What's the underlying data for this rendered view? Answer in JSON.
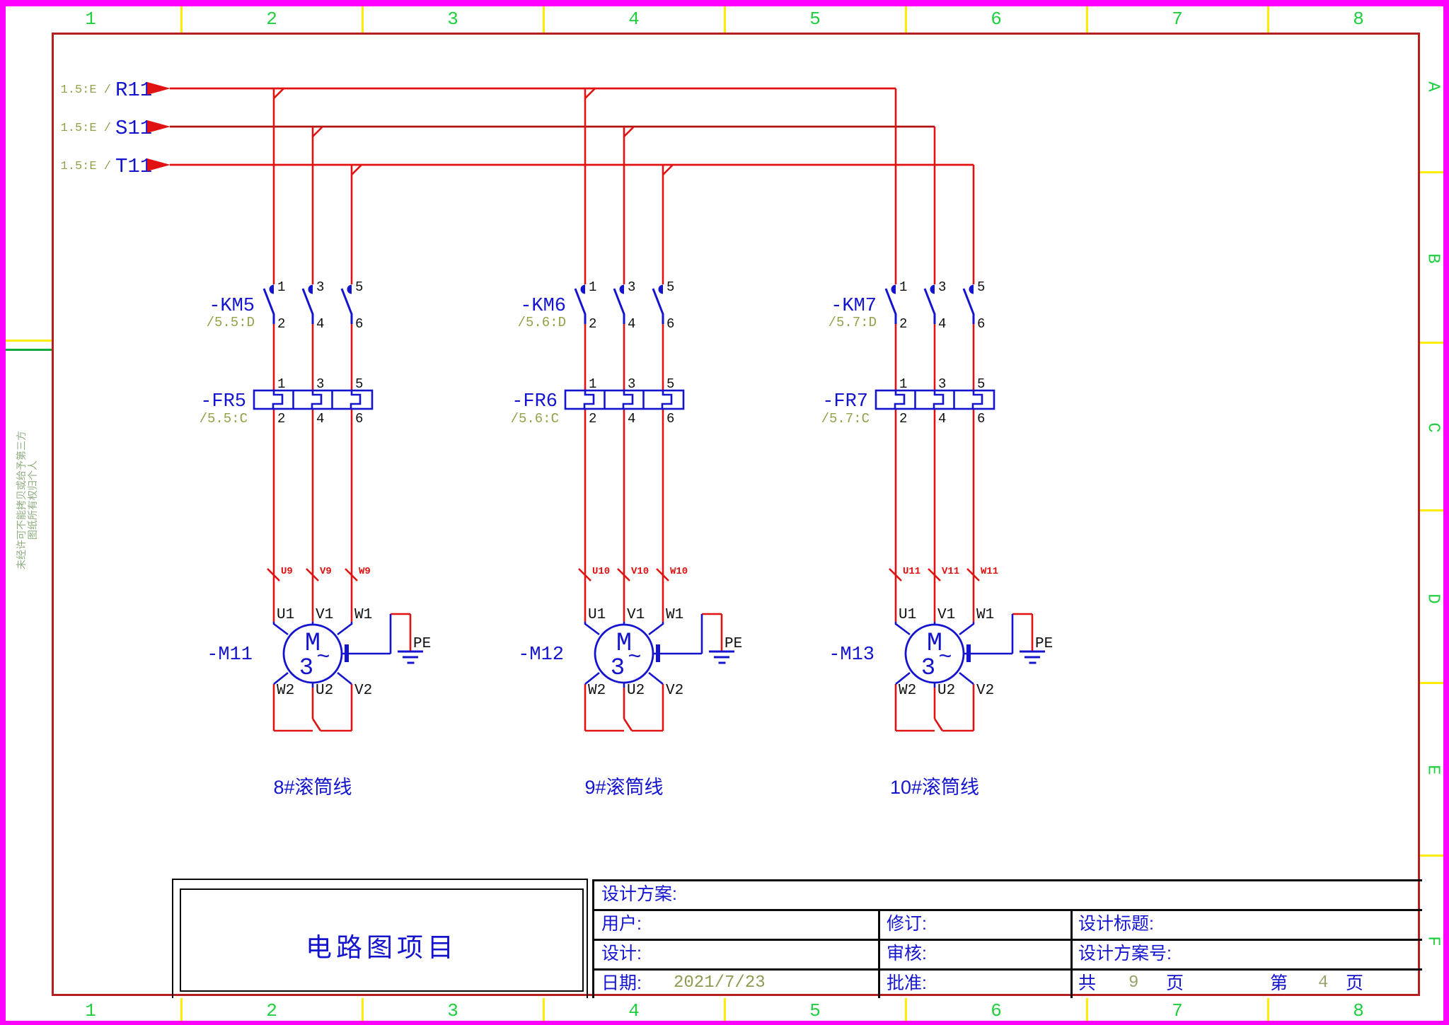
{
  "colors": {
    "border_magenta": "#ff00ff",
    "frame_red": "#b42020",
    "wire_red": "#e01212",
    "wire_red_dark": "#b01212",
    "symbol_blue": "#1414cf",
    "ref_olive": "#95a04a",
    "grid_green": "#1fcf3f",
    "tick_yellow": "#ffec00",
    "side_note_green": "#8fae80"
  },
  "margins": {
    "cols": [
      "1",
      "2",
      "3",
      "4",
      "5",
      "6",
      "7",
      "8"
    ],
    "rows": [
      "A",
      "B",
      "C",
      "D",
      "E",
      "F"
    ]
  },
  "side_notes": {
    "copy_notice": "未经许可不能拷贝或给予第三方",
    "ownership_notice": "图纸所有权归个人"
  },
  "phases": [
    {
      "ref": "1.5:E /",
      "name": "R11"
    },
    {
      "ref": "1.5:E /",
      "name": "S11"
    },
    {
      "ref": "1.5:E /",
      "name": "T11"
    }
  ],
  "pins": {
    "p1": "1",
    "p2": "2",
    "p3": "3",
    "p4": "4",
    "p5": "5",
    "p6": "6"
  },
  "terminals": {
    "u1": "U1",
    "v1": "V1",
    "w1": "W1",
    "w2": "W2",
    "u2": "U2",
    "v2": "V2"
  },
  "motor_symbol": {
    "m": "M",
    "three": "3",
    "tilde": "~",
    "pe": "PE"
  },
  "branches": [
    {
      "contactor": "-KM5",
      "contactor_ref": "/5.5:D",
      "relay": "-FR5",
      "relay_ref": "/5.5:C",
      "motor": "-M11",
      "wires": [
        "U9",
        "V9",
        "W9"
      ],
      "caption": "8#滚筒线"
    },
    {
      "contactor": "-KM6",
      "contactor_ref": "/5.6:D",
      "relay": "-FR6",
      "relay_ref": "/5.6:C",
      "motor": "-M12",
      "wires": [
        "U10",
        "V10",
        "W10"
      ],
      "caption": "9#滚筒线"
    },
    {
      "contactor": "-KM7",
      "contactor_ref": "/5.7:D",
      "relay": "-FR7",
      "relay_ref": "/5.7:C",
      "motor": "-M13",
      "wires": [
        "U11",
        "V11",
        "W11"
      ],
      "caption": "10#滚筒线"
    }
  ],
  "title_block": {
    "project": "电路图项目",
    "scheme": "设计方案:",
    "user": "用户:",
    "revise": "修订:",
    "design_title": "设计标题:",
    "design": "设计:",
    "audit": "审核:",
    "scheme_no": "设计方案号:",
    "date": "日期:",
    "date_value": "2021/7/23",
    "approve": "批准:",
    "total_prefix": "共",
    "total_pages": "9",
    "page_unit1": "页",
    "page_prefix": "第",
    "page_number": "4",
    "page_unit2": "页"
  }
}
